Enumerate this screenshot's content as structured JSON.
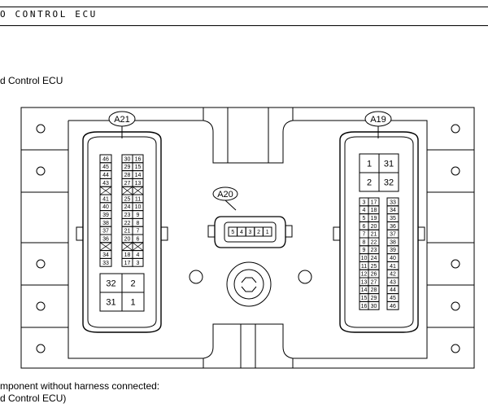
{
  "header": {
    "title": "O CONTROL ECU"
  },
  "captions": {
    "top": "d Control ECU",
    "bottom_line1": "mponent without harness connected:",
    "bottom_line2": "d Control ECU)"
  },
  "connectors": {
    "a21": {
      "label": "A21",
      "left_col": [
        "46",
        "45",
        "44",
        "43",
        "",
        "41",
        "40",
        "39",
        "38",
        "37",
        "36",
        "",
        "34",
        "33"
      ],
      "right_col": [
        [
          "30",
          "16"
        ],
        [
          "29",
          "15"
        ],
        [
          "28",
          "14"
        ],
        [
          "27",
          "13"
        ],
        [
          "",
          ""
        ],
        [
          "25",
          "11"
        ],
        [
          "24",
          "10"
        ],
        [
          "23",
          "9"
        ],
        [
          "22",
          "8"
        ],
        [
          "21",
          "7"
        ],
        [
          "20",
          "6"
        ],
        [
          "",
          ""
        ],
        [
          "18",
          "4"
        ],
        [
          "17",
          "3"
        ]
      ],
      "big": [
        [
          "32",
          "2"
        ],
        [
          "31",
          "1"
        ]
      ]
    },
    "a20": {
      "label": "A20",
      "pins": [
        "5",
        "4",
        "3",
        "2",
        "1"
      ]
    },
    "a19": {
      "label": "A19",
      "big": [
        [
          "1",
          "31"
        ],
        [
          "2",
          "32"
        ]
      ],
      "left_col": [
        [
          "3",
          "17"
        ],
        [
          "4",
          "18"
        ],
        [
          "5",
          "19"
        ],
        [
          "6",
          "20"
        ],
        [
          "7",
          "21"
        ],
        [
          "8",
          "22"
        ],
        [
          "9",
          "23"
        ],
        [
          "10",
          "24"
        ],
        [
          "11",
          "25"
        ],
        [
          "12",
          "26"
        ],
        [
          "13",
          "27"
        ],
        [
          "14",
          "28"
        ],
        [
          "15",
          "29"
        ],
        [
          "16",
          "30"
        ]
      ],
      "right_col": [
        "33",
        "34",
        "35",
        "36",
        "37",
        "38",
        "39",
        "40",
        "41",
        "42",
        "43",
        "44",
        "45",
        "46"
      ]
    }
  }
}
